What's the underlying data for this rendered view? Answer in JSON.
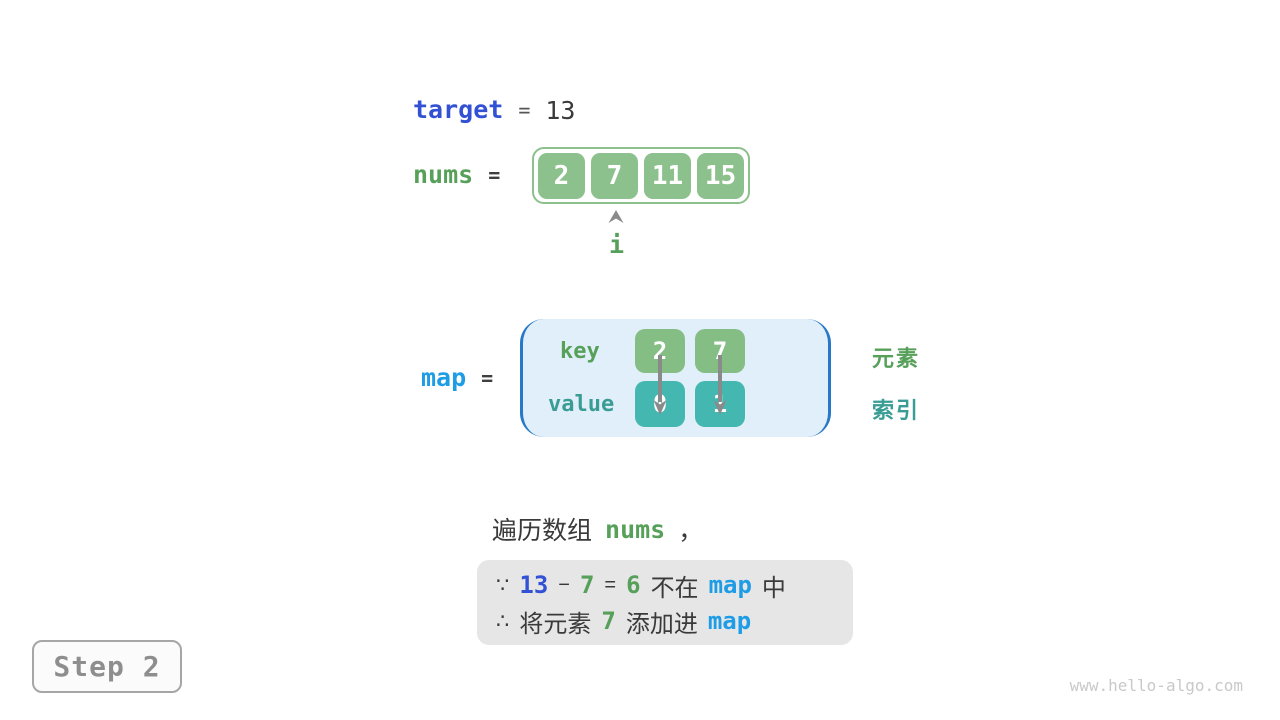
{
  "colors": {
    "array_green": "#8cc08c",
    "key_green": "#85be85",
    "value_teal": "#44b8b0",
    "green_text": "#56a05a",
    "teal_text": "#3a9d95",
    "royal_blue": "#3351d4",
    "sky_blue": "#1e9ce6",
    "dark_text": "#3a3a3a",
    "arrow_gray": "#8a8a8a",
    "map_fill": "#e1effa",
    "map_border": "#2878c8",
    "note_fill": "#e6e6e6"
  },
  "target_line": {
    "label": "target",
    "equals": "=",
    "value": "13"
  },
  "nums_line": {
    "label": "nums",
    "equals": "=",
    "cells": [
      "2",
      "7",
      "11",
      "15"
    ],
    "pointer_label": "i"
  },
  "map_block": {
    "label": "map",
    "equals": "=",
    "key_label": "key",
    "value_label": "value",
    "keys": [
      "2",
      "7"
    ],
    "values": [
      "0",
      "1"
    ],
    "element_label": "元素",
    "index_label": "索引"
  },
  "caption": {
    "prefix": "遍历数组",
    "code": "nums",
    "comma": "，"
  },
  "note": {
    "line1": {
      "symbol": "∵",
      "target": "13",
      "minus": "−",
      "num": "7",
      "equals": "=",
      "result": "6",
      "text_not_in": "不在",
      "map": "map",
      "text_in": "中"
    },
    "line2": {
      "symbol": "∴",
      "text_add": "将元素",
      "num": "7",
      "text_into": "添加进",
      "map": "map"
    }
  },
  "step_badge": {
    "label": "Step 2"
  },
  "watermark": "www.hello-algo.com"
}
